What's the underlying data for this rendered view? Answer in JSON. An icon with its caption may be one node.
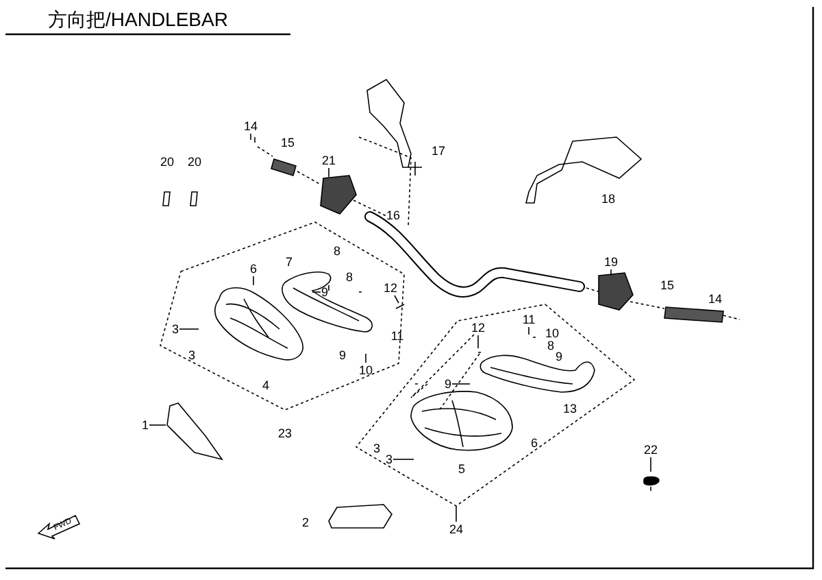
{
  "diagram": {
    "title": "方向把/HANDLEBAR",
    "nodes": [
      {
        "text": [
          "14"
        ]
      },
      {
        "text": [
          "21"
        ]
      },
      {
        "text": [
          "19"
        ]
      },
      {
        "text": [
          "6"
        ]
      },
      {
        "text": [
          "9"
        ]
      },
      {
        "text": [
          "12"
        ]
      },
      {
        "text": [
          "3"
        ]
      },
      {
        "text": [
          "10"
        ]
      },
      {
        "text": [
          "1"
        ]
      },
      {
        "text": [
          "12"
        ]
      },
      {
        "text": [
          "11"
        ]
      },
      {
        "text": [
          "9"
        ]
      },
      {
        "text": [
          "3"
        ]
      },
      {
        "text": [
          "22"
        ]
      },
      {
        "text": [
          "24"
        ]
      }
    ],
    "edges": [
      {
        "from": 0,
        "to": null,
        "arrow": "none"
      },
      {
        "from": 1,
        "to": null,
        "arrow": "none"
      },
      {
        "from": 2,
        "to": null,
        "arrow": "none"
      },
      {
        "from": 3,
        "to": null,
        "arrow": "none"
      },
      {
        "from": 4,
        "to": null,
        "arrow": "none"
      },
      {
        "from": 5,
        "to": null,
        "arrow": "none"
      },
      {
        "from": 6,
        "to": null,
        "arrow": "none"
      },
      {
        "from": 7,
        "to": null,
        "arrow": "none"
      },
      {
        "from": 8,
        "to": null,
        "arrow": "none"
      },
      {
        "from": 9,
        "to": null,
        "arrow": "none"
      },
      {
        "from": 10,
        "to": null,
        "arrow": "none"
      },
      {
        "from": 11,
        "to": null,
        "arrow": "none"
      },
      {
        "from": 12,
        "to": null,
        "arrow": "none"
      },
      {
        "from": 13,
        "to": null,
        "arrow": "none"
      },
      {
        "from": 14,
        "to": null,
        "arrow": "none"
      }
    ],
    "labels": [
      "15",
      "20",
      "20",
      "17",
      "16",
      "18",
      "8",
      "7",
      "8",
      "15",
      "14",
      "11",
      "3",
      "9",
      "4",
      "10",
      "8",
      "9",
      "23",
      "13",
      "3",
      "6",
      "5",
      "2",
      "FWD"
    ]
  }
}
